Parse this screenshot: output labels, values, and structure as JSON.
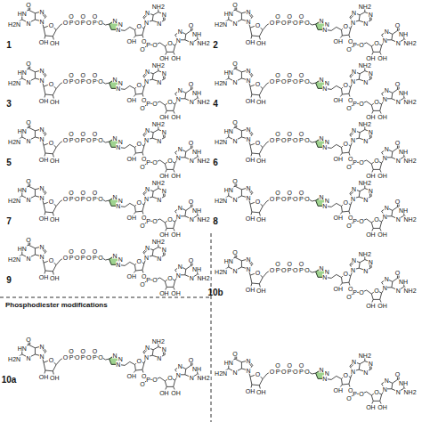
{
  "diagram": {
    "labels": [
      "Phosphodiester modifications",
      "1",
      "O",
      "N",
      "HN",
      "H2N",
      "N",
      "N",
      "O",
      "OH",
      "OH",
      "O",
      "P",
      "O",
      "O",
      "P",
      "O",
      "O",
      "P",
      "O",
      "O",
      "N",
      "N",
      "N",
      "O",
      "N",
      "N",
      "N",
      "N",
      "NH2",
      "O",
      "P",
      "O",
      "O",
      "OH",
      "O",
      "OH",
      "OH",
      "N",
      "N",
      "NH",
      "N",
      "O",
      "NH2",
      "2",
      "O",
      "N",
      "HN",
      "H2N",
      "N",
      "N",
      "O",
      "OH",
      "OH",
      "O",
      "P",
      "O",
      "O",
      "P",
      "O",
      "O",
      "P",
      "O",
      "O",
      "N",
      "N",
      "N",
      "O",
      "N",
      "N",
      "N",
      "N",
      "NH2",
      "O",
      "P",
      "O",
      "O",
      "OH",
      "O",
      "OH",
      "OH",
      "N",
      "N",
      "NH",
      "N",
      "O",
      "NH2",
      "3",
      "O",
      "N",
      "HN",
      "H2N",
      "N",
      "N",
      "O",
      "OH",
      "OH",
      "O",
      "P",
      "O",
      "O",
      "P",
      "O",
      "O",
      "P",
      "O",
      "O",
      "N",
      "N",
      "N",
      "O",
      "N",
      "N",
      "N",
      "N",
      "NH2",
      "O",
      "P",
      "O",
      "O",
      "OH",
      "O",
      "OH",
      "OH",
      "N",
      "N",
      "NH",
      "N",
      "O",
      "NH2",
      "4",
      "O",
      "N",
      "HN",
      "H2N",
      "N",
      "N",
      "O",
      "OH",
      "OH",
      "O",
      "P",
      "O",
      "O",
      "P",
      "O",
      "O",
      "P",
      "O",
      "O",
      "N",
      "N",
      "N",
      "O",
      "N",
      "N",
      "N",
      "N",
      "NH2",
      "O",
      "P",
      "O",
      "O",
      "OH",
      "O",
      "OH",
      "OH",
      "N",
      "N",
      "NH",
      "N",
      "O",
      "NH2",
      "5",
      "O",
      "N",
      "HN",
      "H2N",
      "N",
      "N",
      "O",
      "OH",
      "OH",
      "O",
      "P",
      "O",
      "O",
      "P",
      "O",
      "O",
      "P",
      "O",
      "O",
      "N",
      "N",
      "N",
      "O",
      "N",
      "N",
      "N",
      "N",
      "NH2",
      "O",
      "P",
      "O",
      "O",
      "OH",
      "O",
      "OH",
      "OH",
      "N",
      "N",
      "NH",
      "N",
      "O",
      "NH2",
      "6",
      "O",
      "N",
      "HN",
      "H2N",
      "N",
      "N",
      "O",
      "OH",
      "OH",
      "O",
      "P",
      "O",
      "O",
      "P",
      "O",
      "O",
      "P",
      "O",
      "O",
      "N",
      "N",
      "N",
      "O",
      "N",
      "N",
      "N",
      "N",
      "NH2",
      "O",
      "P",
      "O",
      "O",
      "OH",
      "O",
      "OH",
      "OH",
      "N",
      "N",
      "NH",
      "N",
      "O",
      "NH2",
      "7",
      "O",
      "N",
      "HN",
      "H2N",
      "N",
      "N",
      "O",
      "OH",
      "OH",
      "O",
      "P",
      "O",
      "O",
      "P",
      "O",
      "O",
      "P",
      "O",
      "O",
      "N",
      "N",
      "N",
      "O",
      "N",
      "N",
      "N",
      "N",
      "NH2",
      "O",
      "P",
      "O",
      "O",
      "OH",
      "O",
      "OH",
      "OH",
      "N",
      "N",
      "NH",
      "N",
      "O",
      "NH2",
      "8",
      "O",
      "N",
      "HN",
      "H2N",
      "N",
      "N",
      "O",
      "OH",
      "OH",
      "O",
      "P",
      "O",
      "O",
      "P",
      "O",
      "O",
      "P",
      "O",
      "O",
      "N",
      "N",
      "N",
      "O",
      "N",
      "N",
      "N",
      "N",
      "NH2",
      "O",
      "P",
      "O",
      "O",
      "OH",
      "O",
      "OH",
      "OH",
      "N",
      "N",
      "NH",
      "N",
      "O",
      "NH2",
      "9",
      "O",
      "N",
      "HN",
      "H2N",
      "N",
      "N",
      "O",
      "OH",
      "OH",
      "O",
      "P",
      "O",
      "O",
      "P",
      "O",
      "O",
      "P",
      "O",
      "O",
      "N",
      "N",
      "N",
      "O",
      "N",
      "N",
      "N",
      "N",
      "NH2",
      "O",
      "P",
      "O",
      "O",
      "OH",
      "O",
      "OH",
      "OH",
      "N",
      "N",
      "NH",
      "N",
      "O",
      "NH2",
      "10b",
      "O",
      "N",
      "HN",
      "H2N",
      "N",
      "N",
      "O",
      "OH",
      "OH",
      "O",
      "P",
      "O",
      "O",
      "P",
      "O",
      "O",
      "P",
      "O",
      "O",
      "N",
      "N",
      "N",
      "O",
      "N",
      "N",
      "N",
      "N",
      "NH2",
      "O",
      "P",
      "O",
      "O",
      "OH",
      "O",
      "OH",
      "OH",
      "N",
      "N",
      "NH",
      "N",
      "O",
      "NH2",
      "10a",
      "O",
      "N",
      "HN",
      "H2N",
      "N",
      "N",
      "O",
      "OH",
      "OH",
      "O",
      "P",
      "O",
      "O",
      "P",
      "O",
      "O",
      "P",
      "O",
      "O",
      "N",
      "N",
      "N",
      "O",
      "N",
      "N",
      "N",
      "N",
      "NH2",
      "O",
      "P",
      "O",
      "O",
      "OH",
      "O",
      "OH",
      "OH",
      "N",
      "N",
      "NH",
      "N",
      "O",
      "NH2",
      "O",
      "N",
      "HN",
      "H2N",
      "N",
      "N",
      "O",
      "OH",
      "OH",
      "O",
      "P",
      "O",
      "O",
      "P",
      "O",
      "O",
      "P",
      "O",
      "O",
      "N",
      "N",
      "N",
      "O",
      "N",
      "N",
      "N",
      "N",
      "NH2",
      "O",
      "P",
      "O",
      "O",
      "OH",
      "O",
      "OH",
      "OH",
      "N",
      "N",
      "NH",
      "N",
      "O",
      "NH2"
    ]
  }
}
